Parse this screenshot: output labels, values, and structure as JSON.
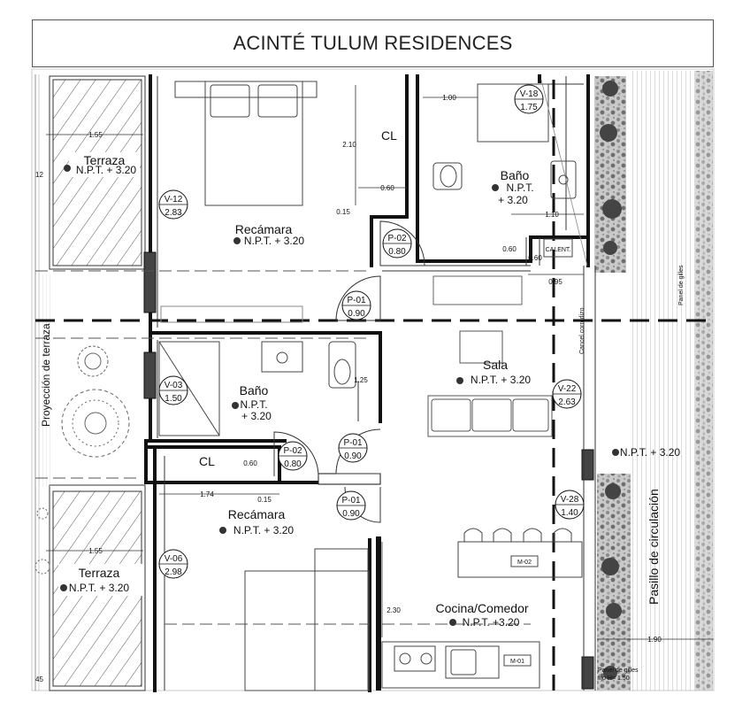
{
  "title": "ACINTÉ TULUM RESIDENCES",
  "rooms": {
    "terraza_top": "Terraza",
    "terraza_top_npt": "N.P.T. + 3.20",
    "recamara_top": "Recámara",
    "recamara_top_npt": "N.P.T. + 3.20",
    "cl_top": "CL",
    "bano_top": "Baño",
    "bano_top_npt_1": "N.P.T.",
    "bano_top_npt_2": "+ 3.20",
    "bano_mid": "Baño",
    "bano_mid_npt_1": "N.P.T.",
    "bano_mid_npt_2": "+ 3.20",
    "sala": "Sala",
    "sala_npt": "N.P.T. + 3.20",
    "cl_mid": "CL",
    "recamara_bottom": "Recámara",
    "recamara_bottom_npt": "N.P.T. + 3.20",
    "terraza_bottom": "Terraza",
    "terraza_bottom_npt": "N.P.T. + 3.20",
    "cocina": "Cocina/Comedor",
    "cocina_npt": "N.P.T. +3.20",
    "pasillo": "Pasillo de circulación",
    "pasillo_npt": "N.P.T. + 3.20",
    "proyeccion": "Proyección de terraza",
    "cancel": "Cancel corredizo",
    "panel_gilles_v": "Panel de gilles",
    "panel_1": "Panel de gilles",
    "panel_2": "fijo H= 1.50"
  },
  "tags": {
    "v12": [
      "V-12",
      "2.83"
    ],
    "v18": [
      "V-18",
      "1.75"
    ],
    "p02a": [
      "P-02",
      "0.80"
    ],
    "p01a": [
      "P-01",
      "0.90"
    ],
    "v03": [
      "V-03",
      "1.50"
    ],
    "v22": [
      "V-22",
      "2.63"
    ],
    "p01b": [
      "P-01",
      "0.90"
    ],
    "p02b": [
      "P-02",
      "0.80"
    ],
    "p01c": [
      "P-01",
      "0.90"
    ],
    "v28": [
      "V-28",
      "1.40"
    ],
    "v06": [
      "V-06",
      "2.98"
    ]
  },
  "furniture": {
    "m02": "M-02",
    "m01": "M-01",
    "calent": "CALENT."
  },
  "dims": {
    "d155a": "1.55",
    "d12": "12",
    "d100": "1.00",
    "d210": "2.10",
    "d060a": "0.60",
    "d015a": "0.15",
    "d110": "1.10",
    "d060b": "0.60",
    "d060c": "0.60",
    "d095": "0.95",
    "d125": "1.25",
    "d060d": "0.60",
    "d174": "1.74",
    "d015b": "0.15",
    "d155b": "1.55",
    "d230": "2.30",
    "d190": "1.90",
    "d45": "45"
  }
}
